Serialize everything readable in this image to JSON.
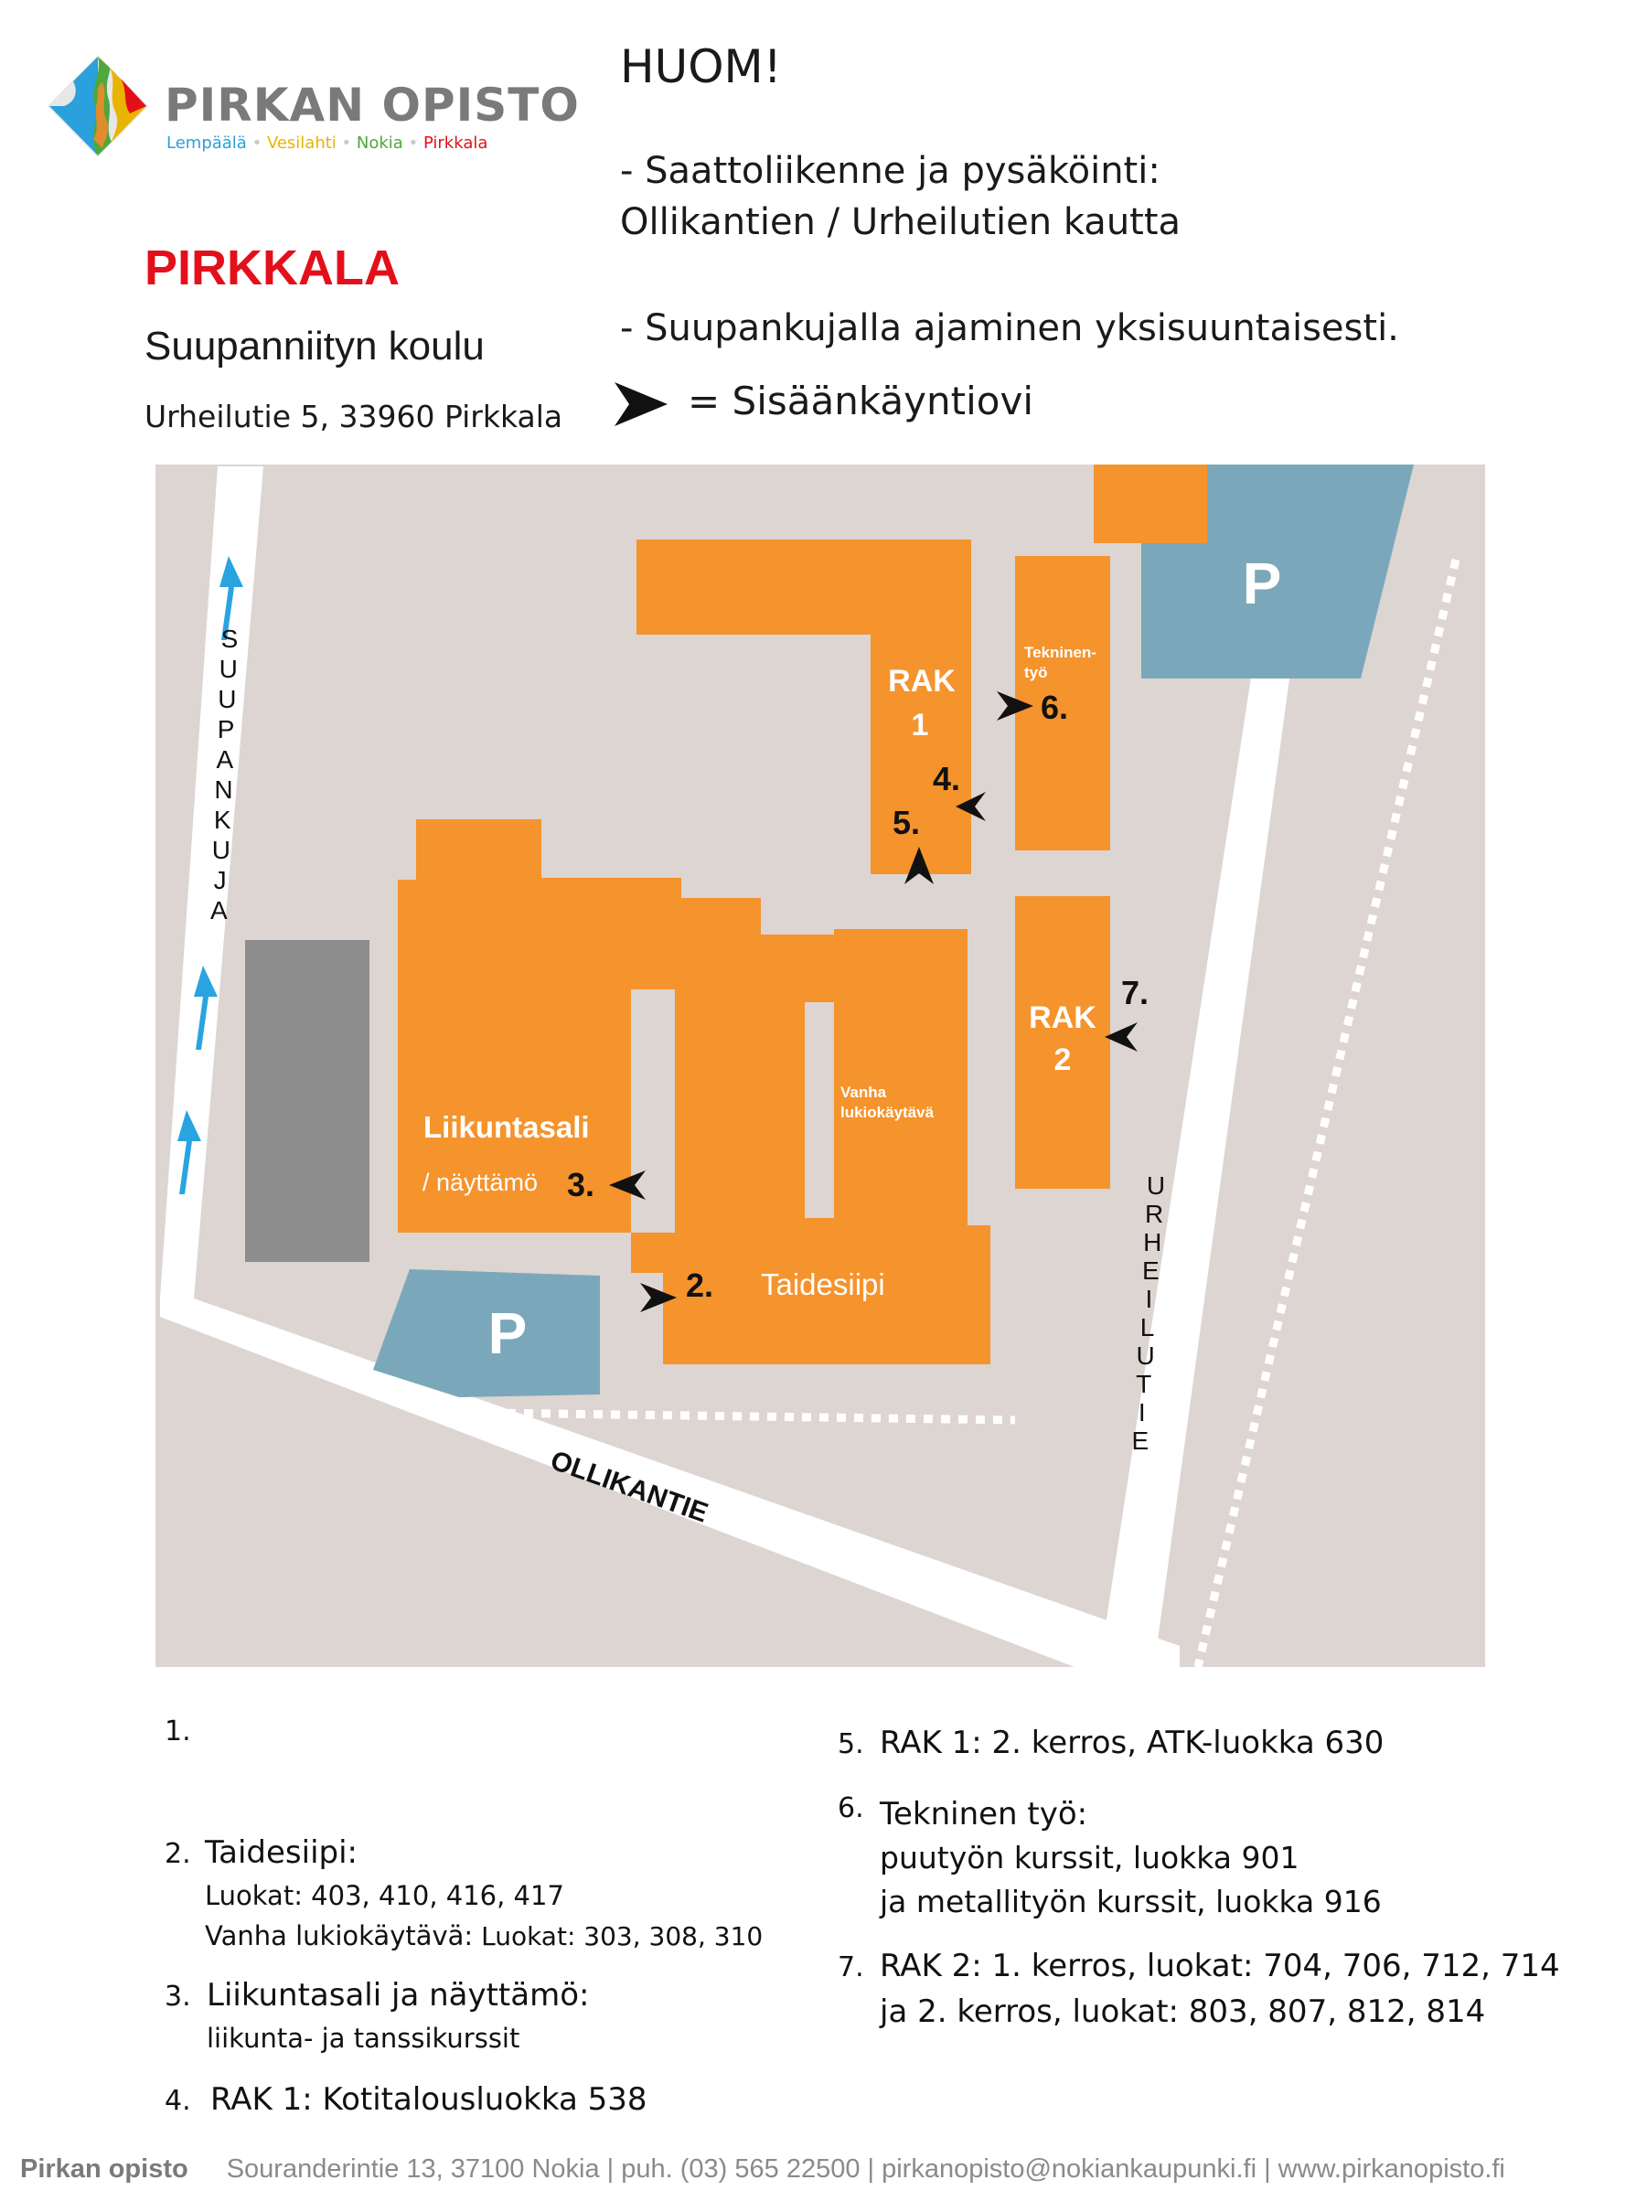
{
  "brand": {
    "name": "PIRKAN OPISTO",
    "locations": [
      "Lempäälä",
      "Vesilahti",
      "Nokia",
      "Pirkkala"
    ],
    "location_colors": [
      "#2aa0dc",
      "#e8b400",
      "#4ea83a",
      "#e3101b"
    ],
    "separator": "•"
  },
  "place": {
    "city": "PIRKKALA",
    "school": "Suupanniityn koulu",
    "address": "Urheilutie 5, 33960 Pirkkala"
  },
  "notice": {
    "heading": "HUOM!",
    "line1": "- Saattoliikenne ja pysäköinti:",
    "line2": "Ollikantien / Urheilutien kautta",
    "line3": "- Suupankujalla ajaminen yksisuuntaisesti.",
    "legend": "= Sisäänkäyntiovi"
  },
  "map": {
    "colors": {
      "ground": "#ddd5d2",
      "building": "#f5932d",
      "parking": "#7aa8ba",
      "grey_block": "#8d8d8d",
      "road": "#ffffff",
      "arrow": "#2aa4e0"
    },
    "streets": {
      "suupankuja": "SUUPANKUJA",
      "ollikantie": "OLLIKANTIE",
      "urheilutie": "URHEILUTIE"
    },
    "parking_label": "P",
    "buildings": {
      "rak1_a": "RAK",
      "rak1_b": "1",
      "rak2_a": "RAK",
      "rak2_b": "2",
      "tekninen_a": "Tekninen-",
      "tekninen_b": "työ",
      "liikuntasali": "Liikuntasali",
      "nayttamo": "/ näyttämö",
      "vanha_a": "Vanha",
      "vanha_b": "lukiokäytävä",
      "taidesiipi": "Taidesiipi"
    },
    "entrances": [
      "2.",
      "3.",
      "4.",
      "5.",
      "6.",
      "7."
    ]
  },
  "list": {
    "item1": {
      "num": "1."
    },
    "item2": {
      "num": "2.",
      "title": "Taidesiipi:",
      "line1": "Luokat: 403, 410, 416, 417",
      "line2a": "Vanha lukiokäytävä:",
      "line2b": " Luokat: 303, 308, 310"
    },
    "item3": {
      "num": "3.",
      "title": "Liikuntasali ja näyttämö:",
      "line1": "liikunta- ja tanssikurssit"
    },
    "item4": {
      "num": "4.",
      "title": "RAK 1: Kotitalousluokka 538"
    },
    "item5": {
      "num": "5.",
      "title": "RAK 1: 2. kerros, ATK-luokka 630"
    },
    "item6": {
      "num": "6.",
      "title": "Tekninen työ:",
      "line1": "puutyön kurssit, luokka 901",
      "line2": "ja metallityön kurssit, luokka 916"
    },
    "item7": {
      "num": "7.",
      "title": "RAK 2: 1. kerros, luokat: 704, 706, 712, 714",
      "line1": "ja 2. kerros, luokat: 803, 807, 812, 814"
    }
  },
  "footer": {
    "org": "Pirkan opisto",
    "contact": "Souranderintie 13, 37100 Nokia | puh. (03) 565 22500 | pirkanopisto@nokiankaupunki.fi | www.pirkanopisto.fi"
  }
}
